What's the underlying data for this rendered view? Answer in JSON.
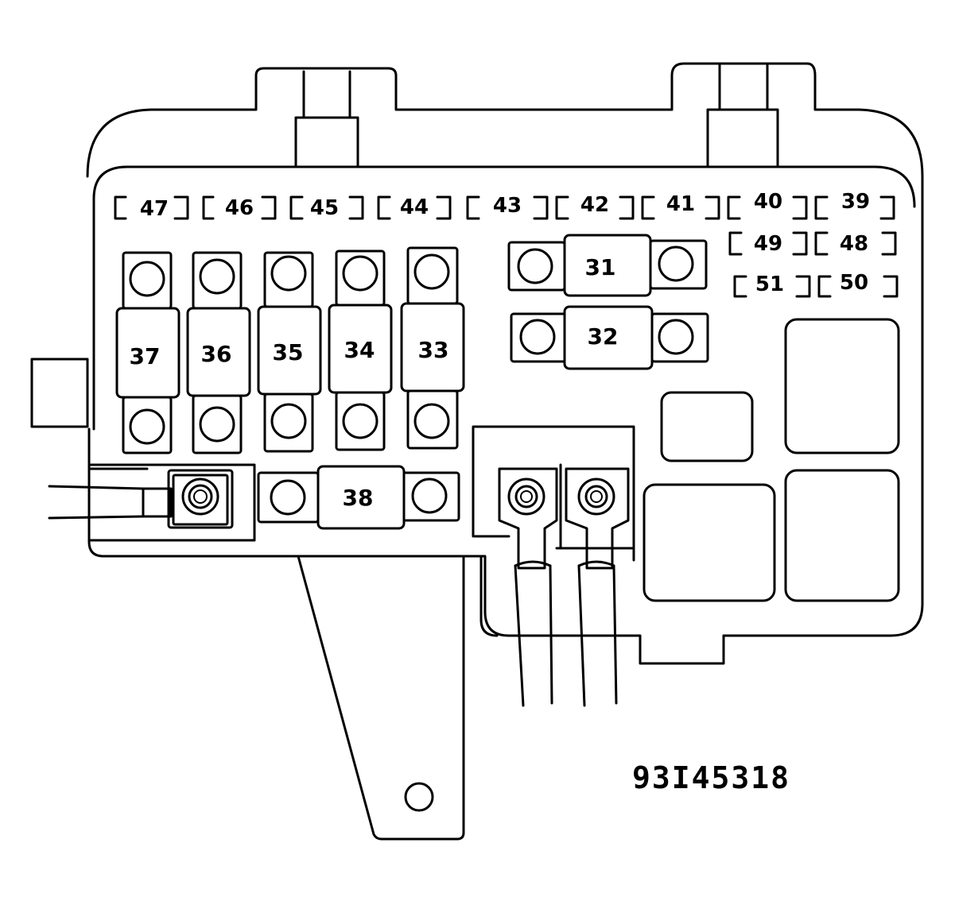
{
  "small_fuses": [
    {
      "id": "47"
    },
    {
      "id": "46"
    },
    {
      "id": "45"
    },
    {
      "id": "44"
    },
    {
      "id": "43"
    },
    {
      "id": "42"
    },
    {
      "id": "41"
    },
    {
      "id": "40"
    },
    {
      "id": "39"
    },
    {
      "id": "49"
    },
    {
      "id": "48"
    },
    {
      "id": "51"
    },
    {
      "id": "50"
    }
  ],
  "vertical_fuses": [
    {
      "id": "37"
    },
    {
      "id": "36"
    },
    {
      "id": "35"
    },
    {
      "id": "34"
    },
    {
      "id": "33"
    }
  ],
  "horizontal_fuses": [
    {
      "id": "31"
    },
    {
      "id": "32"
    },
    {
      "id": "38"
    }
  ],
  "figure_id": "93I45318"
}
